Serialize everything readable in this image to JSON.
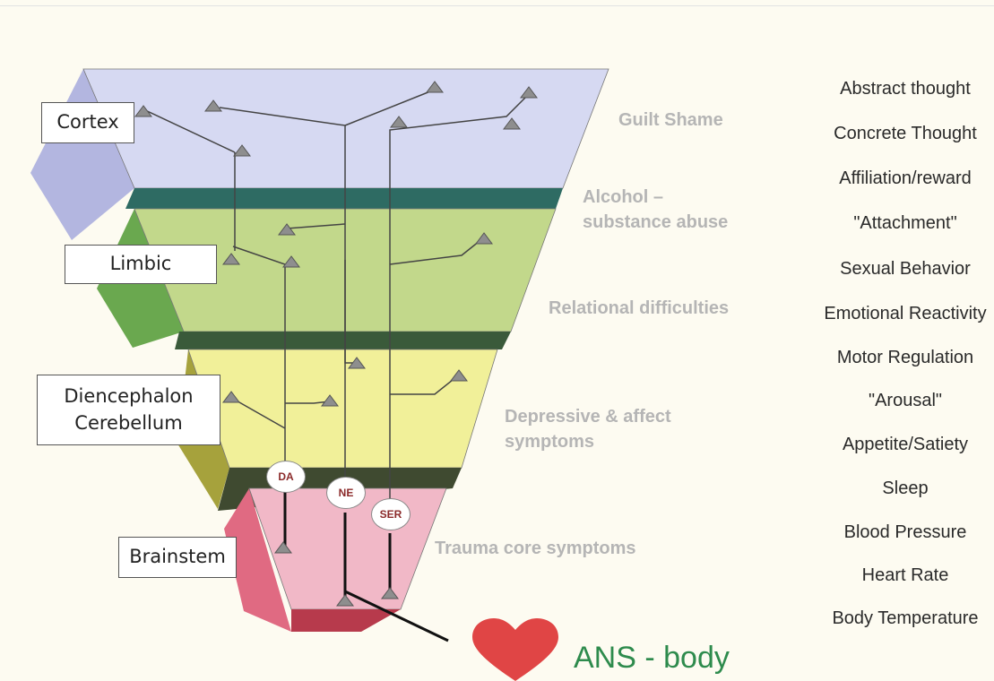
{
  "brain_regions": [
    {
      "label": "Cortex"
    },
    {
      "label": "Limbic"
    },
    {
      "label": "Diencephalon\nCerebellum"
    },
    {
      "label": "Brainstem"
    }
  ],
  "symptoms": [
    {
      "label": "Guilt  Shame"
    },
    {
      "label": "Alcohol –\nsubstance abuse"
    },
    {
      "label": "Relational difficulties"
    },
    {
      "label": "Depressive & affect\nsymptoms"
    },
    {
      "label": "Trauma core symptoms"
    }
  ],
  "functions": [
    "Abstract thought",
    "Concrete Thought",
    "Affiliation/reward",
    "\"Attachment\"",
    "Sexual Behavior",
    "Emotional Reactivity",
    "Motor Regulation",
    "\"Arousal\"",
    "Appetite/Satiety",
    "Sleep",
    "Blood Pressure",
    "Heart Rate",
    "Body Temperature"
  ],
  "neurotransmitters": [
    "DA",
    "NE",
    "SER"
  ],
  "ans": {
    "label": "ANS - body",
    "icon": "heart-icon"
  },
  "colors": {
    "cortex": "#d6d9f2",
    "cortex_side": "#b3b6e0",
    "cortex_band": "#2e6b63",
    "limbic": "#c2d88b",
    "limbic_side": "#6aa84f",
    "limbic_band": "#3a5a3a",
    "diencephalon": "#f1f099",
    "diencephalon_side": "#a6a23c",
    "diencephalon_band": "#3f4a30",
    "brainstem": "#f1b8c7",
    "brainstem_side": "#e06a82",
    "brainstem_bottom": "#b73a4c",
    "symptom_text": "#b5b5b5",
    "ans_text": "#2e8b4d",
    "heart": "#e04545"
  }
}
